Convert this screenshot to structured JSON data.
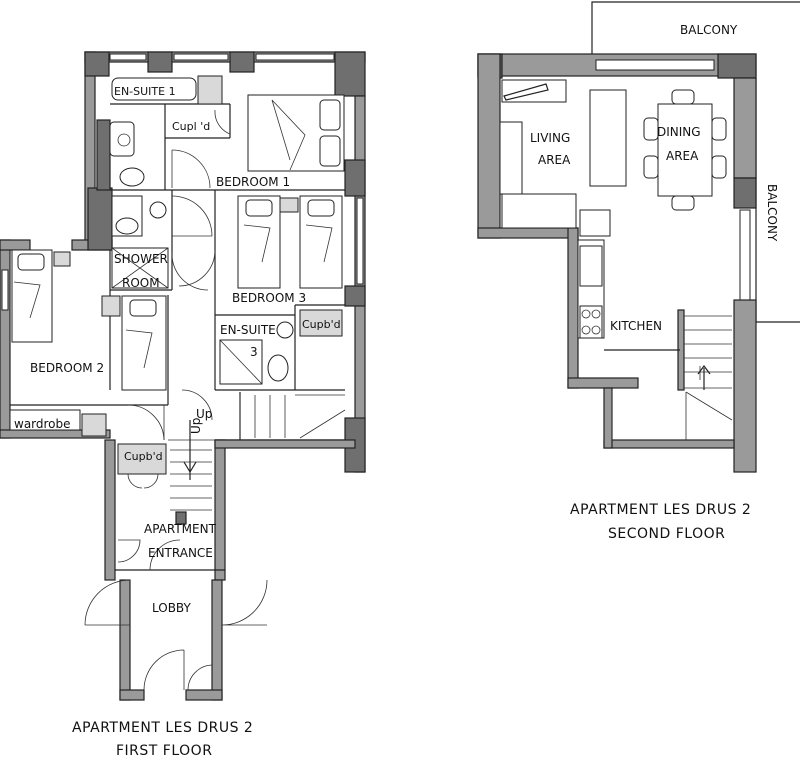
{
  "first_floor": {
    "caption_line1": "APARTMENT LES DRUS 2",
    "caption_line2": "FIRST FLOOR",
    "rooms": {
      "en_suite_1": "EN-SUITE 1",
      "cupbd_1": "Cupl 'd",
      "bedroom_1": "BEDROOM 1",
      "shower_room_a": "SHOWER",
      "shower_room_b": "ROOM",
      "bedroom_3": "BEDROOM 3",
      "en_suite_3a": "EN-SUITE",
      "en_suite_3b": "3",
      "cupbd_2": "Cupb'd",
      "bedroom_2": "BEDROOM 2",
      "wardrobe": "wardrobe",
      "up_1": "Up",
      "up_2": "Up",
      "cupbd_3": "Cupb'd",
      "apartment_entrance_a": "APARTMENT",
      "apartment_entrance_b": "ENTRANCE",
      "lobby": "LOBBY"
    }
  },
  "second_floor": {
    "caption_line1": "APARTMENT LES DRUS 2",
    "caption_line2": "SECOND FLOOR",
    "rooms": {
      "balcony_top": "BALCONY",
      "balcony_side": "BALCONY",
      "living_a": "LIVING",
      "living_b": "AREA",
      "dining_a": "DINING",
      "dining_b": "AREA",
      "kitchen": "KITCHEN"
    }
  }
}
